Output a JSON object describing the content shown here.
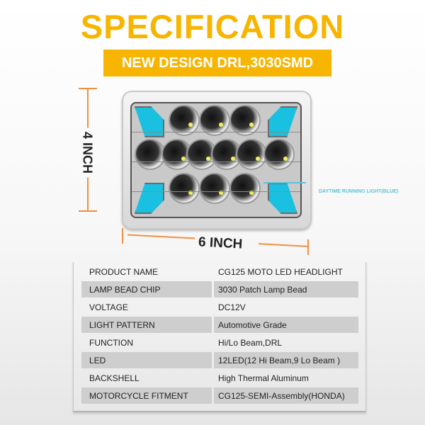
{
  "header": {
    "title": "SPECIFICATION",
    "banner": "NEW DESIGN DRL,3030SMD",
    "accent_color": "#f7b500"
  },
  "diagram": {
    "height_label": "4 INCH",
    "width_label": "6 INCH",
    "drl_callout": "DAYTIME RUNNING LIGHT(BLUE)",
    "drl_color": "#19c0e0",
    "dimension_line_color": "#f09040"
  },
  "spec_table": {
    "rows": [
      {
        "key": "PRODUCT NAME",
        "value": "CG125 MOTO LED HEADLIGHT"
      },
      {
        "key": "LAMP BEAD CHIP",
        "value": "3030 Patch Lamp Bead"
      },
      {
        "key": "VOLTAGE",
        "value": "DC12V"
      },
      {
        "key": "LIGHT PATTERN",
        "value": "Automotive Grade"
      },
      {
        "key": "FUNCTION",
        "value": "Hi/Lo Beam,DRL"
      },
      {
        "key": "LED",
        "value": "12LED(12 Hi Beam,9 Lo Beam )"
      },
      {
        "key": "BACKSHELL",
        "value": "High Thermal Aluminum"
      },
      {
        "key": "MOTORCYCLE FITMENT",
        "value": "CG125-SEMI-Assembly(HONDA)"
      }
    ]
  }
}
